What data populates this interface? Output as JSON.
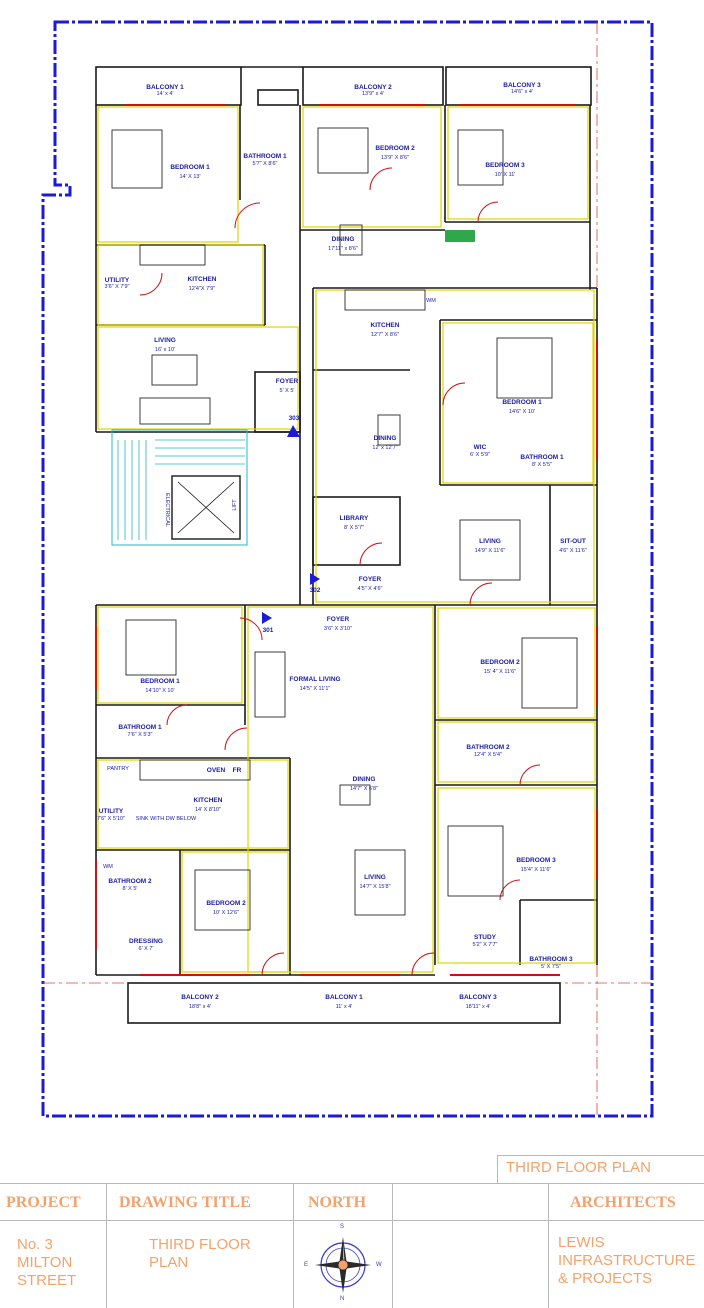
{
  "plan": {
    "apartments": [
      "301",
      "302",
      "303"
    ],
    "rooms": {
      "balcony1_top": {
        "name": "BALCONY 1",
        "dim": "14' x 4'"
      },
      "balcony2_top": {
        "name": "BALCONY 2",
        "dim": "13'9\" x 4'"
      },
      "balcony3_top": {
        "name": "BALCONY 3",
        "dim": "14'6\" x 4'"
      },
      "bed1_303": {
        "name": "BEDROOM 1",
        "dim": "14' X 13'"
      },
      "bath1_303": {
        "name": "BATHROOM 1",
        "dim": "5'7\" X 8'6\""
      },
      "bed2_303": {
        "name": "BEDROOM 2",
        "dim": "13'9\" X 8'6\""
      },
      "bed3_303": {
        "name": "BEDROOM 3",
        "dim": "10' X 11'"
      },
      "dining_303": {
        "name": "DINING",
        "dim": "17'11\" x 8'6\""
      },
      "utility_303": {
        "name": "UTILITY",
        "dim": "3'6\" X 7'9\""
      },
      "kitchen_303": {
        "name": "KITCHEN",
        "dim": "12'4\"X 7'9\""
      },
      "living_303": {
        "name": "LIVING",
        "dim": "16' x 10'"
      },
      "foyer_303": {
        "name": "FOYER",
        "dim": "5' X 5'"
      },
      "kitchen_302": {
        "name": "KITCHEN",
        "dim": "12'7\" X 8'6\""
      },
      "bed1_302": {
        "name": "BEDROOM 1",
        "dim": "14'6\" X 10'"
      },
      "dining_302": {
        "name": "DINING",
        "dim": "12' x 12'7\""
      },
      "wic_302": {
        "name": "WIC",
        "dim": "6' X 5'9\""
      },
      "bath1_302": {
        "name": "BATHROOM 1",
        "dim": "8' X 5'5\""
      },
      "library_302": {
        "name": "LIBRARY",
        "dim": "8' X 5'7\""
      },
      "living_302": {
        "name": "LIVING",
        "dim": "14'9\" X 11'6\""
      },
      "sitout_302": {
        "name": "SIT-OUT",
        "dim": "4'6\" X 11'6\""
      },
      "foyer_302": {
        "name": "FOYER",
        "dim": "4'5\" X 4'6\""
      },
      "foyer_301": {
        "name": "FOYER",
        "dim": "3'6\" X 3'10\""
      },
      "bed1_301": {
        "name": "BEDROOM 1",
        "dim": "14'10\" X 10'"
      },
      "formal_301": {
        "name": "FORMAL LIVING",
        "dim": "14'5\" X 11'1\""
      },
      "bed2_302": {
        "name": "BEDROOM 2",
        "dim": "15' 4\" X 11'6\""
      },
      "bath1_301": {
        "name": "BATHROOM 1",
        "dim": "7'6\" X 5'3\""
      },
      "bath2_302": {
        "name": "BATHROOM 2",
        "dim": "12'4\" X 5'4\""
      },
      "kitchen_301": {
        "name": "KITCHEN",
        "dim": "14' X 8'10\""
      },
      "dining_301": {
        "name": "DINING",
        "dim": "14'7\" X 6'8\""
      },
      "utility_301": {
        "name": "UTILITY",
        "dim": "7'6\" X 5'10\""
      },
      "bed3_302": {
        "name": "BEDROOM 3",
        "dim": "15'4\" X 11'6\""
      },
      "bath2_301": {
        "name": "BATHROOM 2",
        "dim": "8' X 5'"
      },
      "bed2_301": {
        "name": "BEDROOM 2",
        "dim": "10' X 12'6\""
      },
      "living_301": {
        "name": "LIVING",
        "dim": "14'7\" X 15'8\""
      },
      "study_302": {
        "name": "STUDY",
        "dim": "5'2\" X 7'7\""
      },
      "bath3_302": {
        "name": "BATHROOM 3",
        "dim": "5' X 7'5\""
      },
      "dressing_301": {
        "name": "DRESSING",
        "dim": "6' X 7'"
      },
      "balcony2_bot": {
        "name": "BALCONY 2",
        "dim": "18'8\" x 4'"
      },
      "balcony1_bot": {
        "name": "BALCONY 1",
        "dim": "11' x 4'"
      },
      "balcony3_bot": {
        "name": "BALCONY 3",
        "dim": "18'11\" x 4'"
      }
    },
    "misc": {
      "pantry": "PANTRY",
      "oven": "OVEN",
      "fridge": "FR",
      "sink": "SINK WITH DW BELOW",
      "wm": "WM",
      "electrical": "ELECTRICAL",
      "lift": "LIFT"
    },
    "colors": {
      "wall": "#1a1a1a",
      "room_outline": "#e0d400",
      "door": "#d01010",
      "boundary": "#1a1ad8",
      "stair": "#22b8c8",
      "text": "#1a1aa8",
      "title_text": "#f4a26b"
    }
  },
  "titleblock": {
    "sheet_title": "THIRD FLOOR PLAN",
    "project_header": "PROJECT",
    "project_value": [
      "No. 3",
      "MILTON",
      "STREET"
    ],
    "drawing_title_header": "DRAWING TITLE",
    "drawing_title_value": [
      "THIRD FLOOR",
      "PLAN"
    ],
    "north_header": "NORTH",
    "compass_letters": [
      "N",
      "S",
      "E",
      "W"
    ],
    "architects_header": "ARCHITECTS",
    "architects_value": [
      "LEWIS",
      "INFRASTRUCTURE",
      "& PROJECTS"
    ]
  }
}
